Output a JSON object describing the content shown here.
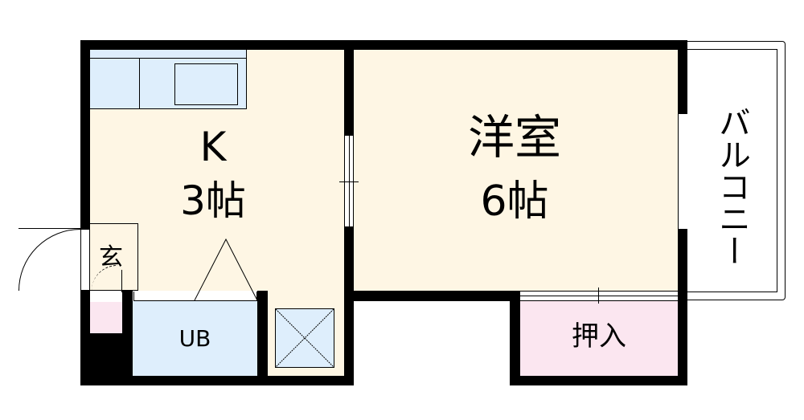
{
  "floorplan": {
    "rooms": {
      "kitchen": {
        "name": "K",
        "size": "3帖"
      },
      "western_room": {
        "name": "洋室",
        "size": "6帖"
      },
      "balcony": {
        "name": "バルコニー"
      },
      "entrance": {
        "name": "玄"
      },
      "unit_bath": {
        "name": "UB"
      },
      "closet": {
        "name": "押入"
      }
    },
    "colors": {
      "wall": "#000000",
      "floor": "#fef6e4",
      "wet_area": "#deeefc",
      "closet": "#fbe6f0"
    }
  }
}
